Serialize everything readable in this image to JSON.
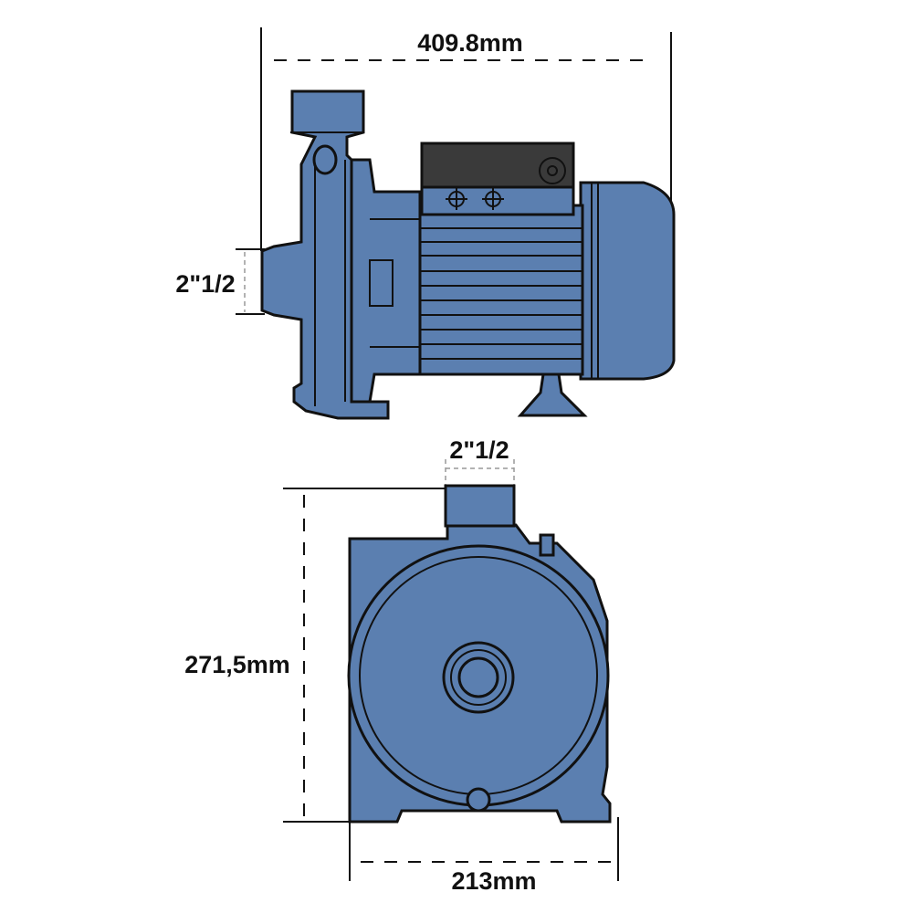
{
  "dimensions": {
    "overall_length": "409.8mm",
    "inlet_size": "2\"1/2",
    "outlet_size": "2\"1/2",
    "overall_height": "271,5mm",
    "overall_width": "213mm"
  },
  "colors": {
    "pump_body": "#5b7fb0",
    "terminal_box": "#3a3a3a",
    "outline": "#111111"
  }
}
